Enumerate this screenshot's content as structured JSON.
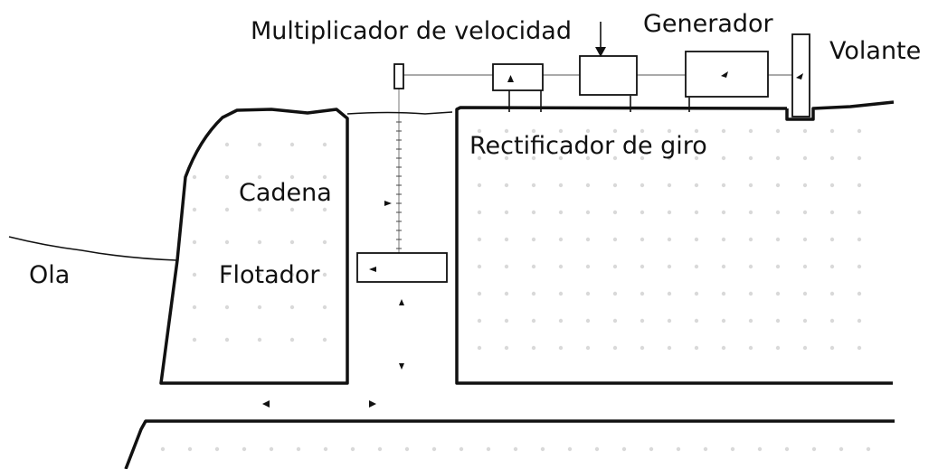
{
  "labels": {
    "multiplicador": "Multiplicador de velocidad",
    "generador": "Generador",
    "volante": "Volante",
    "rectificador": "Rectificador de giro",
    "cadena": "Cadena",
    "flotador": "Flotador",
    "ola": "Ola"
  },
  "colors": {
    "line": "#111111",
    "shaft": "#aaaaaa",
    "pattern": "#d9d9d9",
    "background": "#ffffff"
  },
  "icons": {
    "arrow": "small-arrowhead",
    "callout_arrow": "arrow-down"
  }
}
